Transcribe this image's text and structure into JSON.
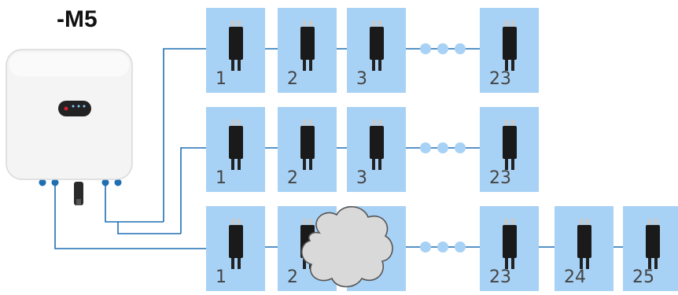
{
  "header": {
    "model_label": "-M5"
  },
  "colors": {
    "panel": "#a8d2f5",
    "cable": "#1f6fb3",
    "optimizer": "#1a1a1a",
    "connector_dots": "#a8d2f5",
    "inverter_body": "#f4f4f4",
    "cloud_fill": "#d9d9d9"
  },
  "icons": {
    "inverter": "inverter-icon",
    "optimizer": "optimizer-icon",
    "ellipsis": "ellipsis-dots-icon",
    "shade": "cloud-icon"
  },
  "strings": [
    {
      "panels": [
        "1",
        "2",
        "3",
        "23"
      ]
    },
    {
      "panels": [
        "1",
        "2",
        "3",
        "23"
      ]
    },
    {
      "panels": [
        "1",
        "2",
        "",
        "23",
        "24",
        "25"
      ],
      "shaded_panel_index": 1
    }
  ]
}
